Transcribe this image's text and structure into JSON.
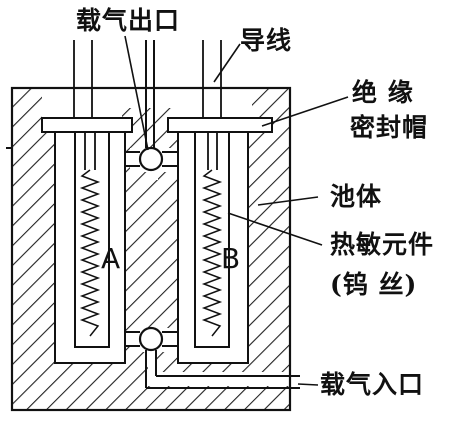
{
  "labels": {
    "carrier_gas_outlet": "载气出口",
    "lead_wire": "导线",
    "insulating_seal_cap_line1": "绝  缘",
    "insulating_seal_cap_line2": "密封帽",
    "cell_body": "池体",
    "thermistor_element": "热敏元件",
    "tungsten_wire": "(钨  丝)",
    "carrier_gas_inlet": "载气入口",
    "cell_a": "A",
    "cell_b": "B"
  },
  "colors": {
    "ink": "#111111",
    "background": "#ffffff",
    "hatch": "#222222"
  },
  "icons": {
    "ball_valve": "circle"
  }
}
